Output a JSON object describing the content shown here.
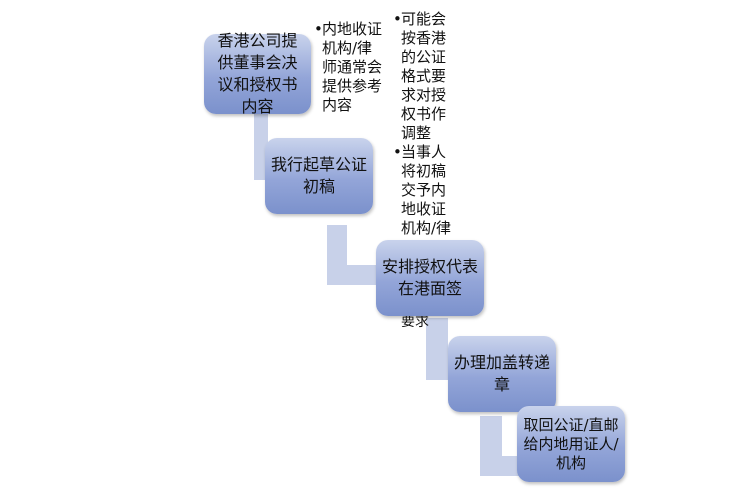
{
  "diagram": {
    "steps": [
      "香港公司提供董事会决议和授权书内容",
      "我行起草公证初稿",
      "安排授权代表在港面签",
      "办理加盖转递章",
      "取回公证/直邮给内地用证人/机构"
    ],
    "note_step1": [
      "内地收证机构/律师通常会提供参考内容"
    ],
    "note_step2": [
      "可能会按香港的公证格式要求对授权书作调整",
      "当事人将初稿交予内地收证机构/律"
    ],
    "note_step2_overflow": "要求"
  }
}
